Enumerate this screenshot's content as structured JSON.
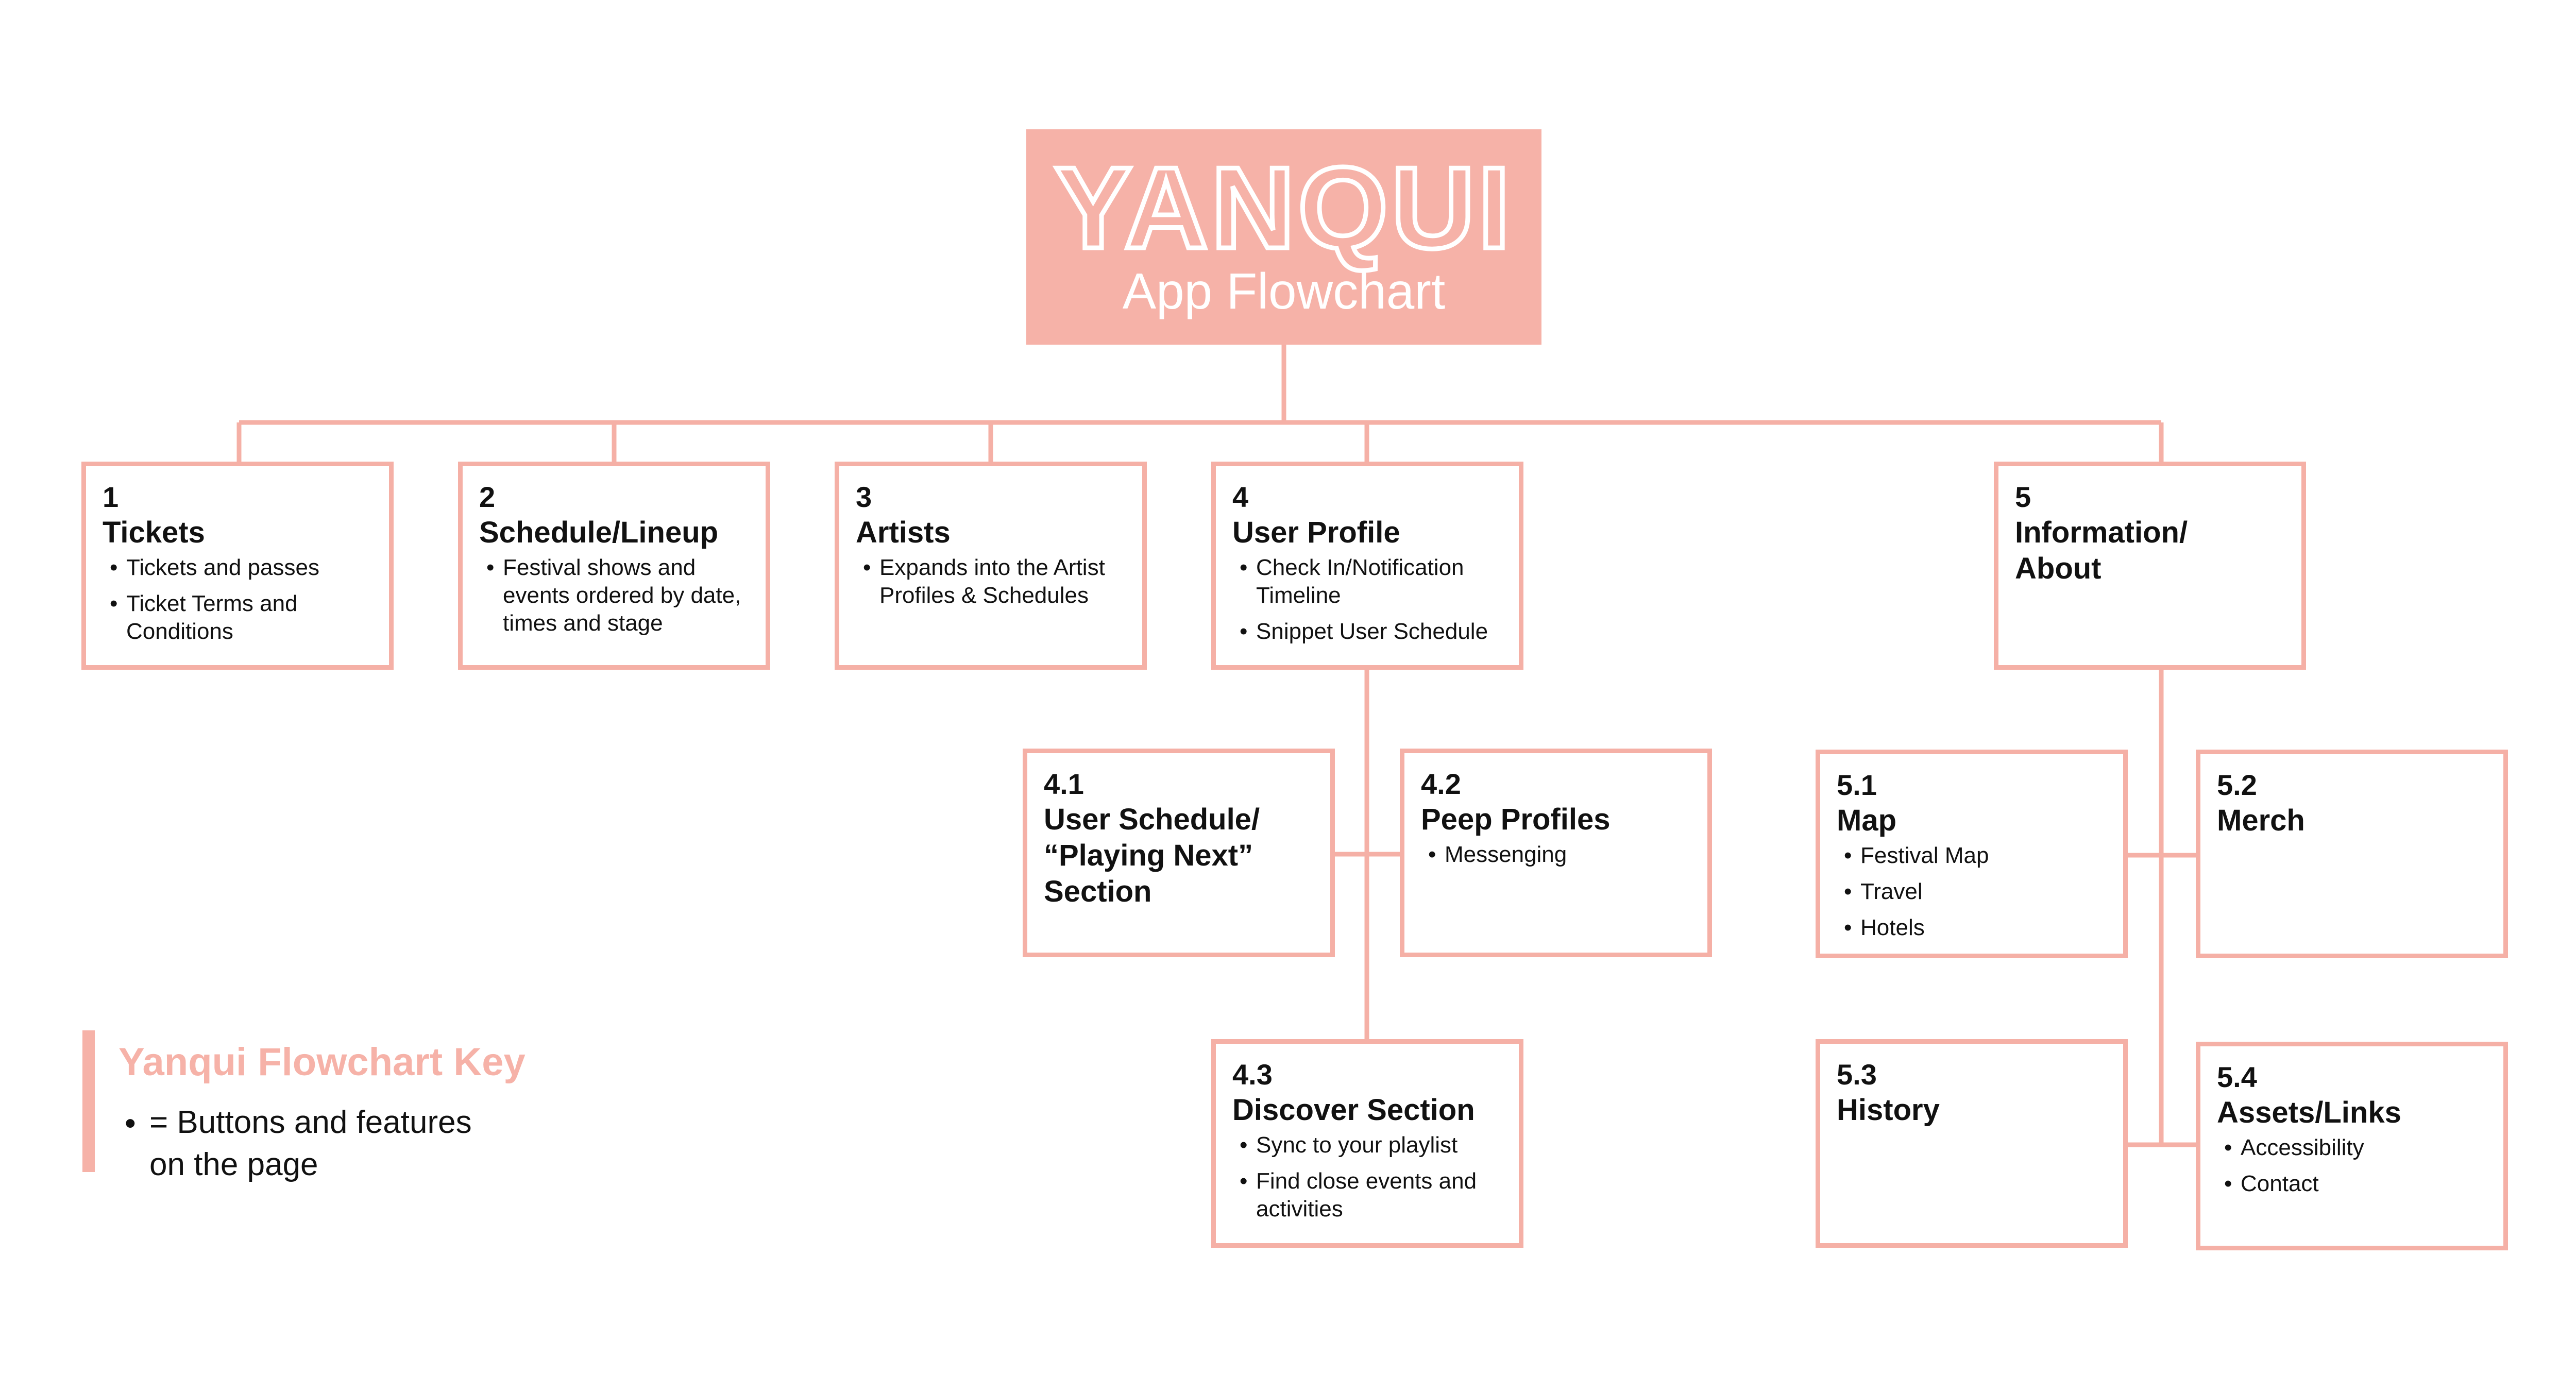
{
  "colors": {
    "accent": "#f6b2a8",
    "line": "#f5b0a6",
    "text": "#111111",
    "background": "#ffffff"
  },
  "header": {
    "logo": "YANQUI",
    "subtitle": "App Flowchart"
  },
  "nodes": {
    "tickets": {
      "num": "1",
      "title": "Tickets",
      "bullets": [
        "Tickets and passes",
        "Ticket Terms and\nConditions"
      ]
    },
    "schedule": {
      "num": "2",
      "title": "Schedule/Lineup",
      "bullets": [
        "Festival shows and\nevents ordered by date,\ntimes and stage"
      ]
    },
    "artists": {
      "num": "3",
      "title": "Artists",
      "bullets": [
        "Expands into the Artist\nProfiles & Schedules"
      ]
    },
    "profile": {
      "num": "4",
      "title": "User Profile",
      "bullets": [
        "Check In/Notification\nTimeline",
        "Snippet User Schedule"
      ]
    },
    "info": {
      "num": "5",
      "title": "Information/\nAbout",
      "bullets": []
    },
    "user_schedule": {
      "num": "4.1",
      "title": "User Schedule/\n“Playing Next”\nSection",
      "bullets": []
    },
    "peep": {
      "num": "4.2",
      "title": "Peep Profiles",
      "bullets": [
        "Messenging"
      ]
    },
    "discover": {
      "num": "4.3",
      "title": "Discover Section",
      "bullets": [
        "Sync to your playlist",
        "Find close events and\nactivities"
      ]
    },
    "map": {
      "num": "5.1",
      "title": "Map",
      "bullets": [
        "Festival Map",
        "Travel",
        "Hotels"
      ]
    },
    "merch": {
      "num": "5.2",
      "title": "Merch",
      "bullets": []
    },
    "history": {
      "num": "5.3",
      "title": "History",
      "bullets": []
    },
    "assets": {
      "num": "5.4",
      "title": "Assets/Links",
      "bullets": [
        "Accessibility",
        "Contact"
      ]
    }
  },
  "key": {
    "title": "Yanqui Flowchart Key",
    "bullet": "•",
    "text": "= Buttons and features\non the page"
  }
}
